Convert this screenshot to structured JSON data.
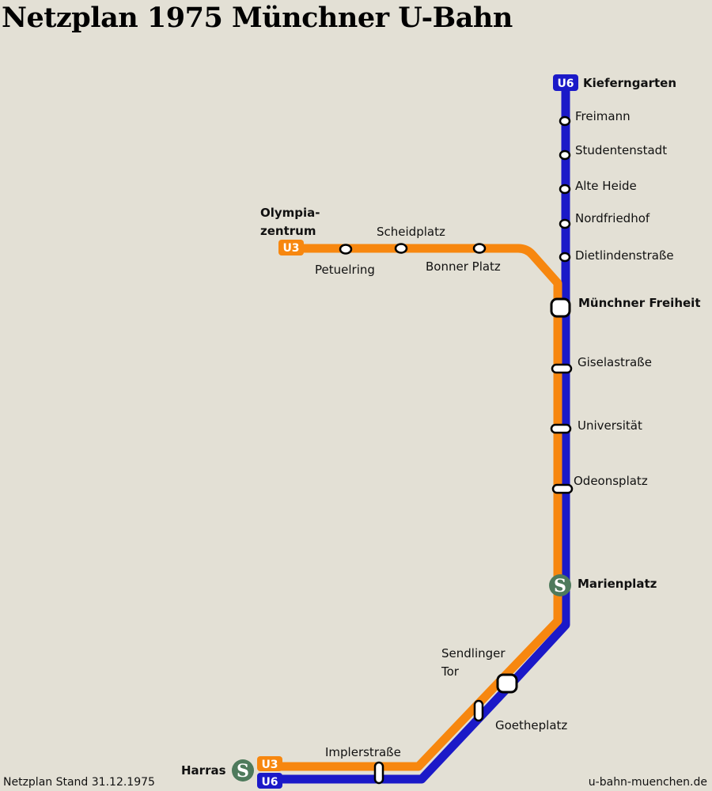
{
  "title": "Netzplan 1975 Münchner U-Bahn",
  "colors": {
    "background": "#e3e0d5",
    "u3": "#f7870f",
    "u6": "#1b19c8",
    "sbahn": "#4e7a5c"
  },
  "lines": [
    {
      "id": "U3",
      "color": "#f7870f",
      "termini": [
        "Olympiazentrum",
        "Harras"
      ]
    },
    {
      "id": "U6",
      "color": "#1b19c8",
      "termini": [
        "Kieferngarten",
        "Harras"
      ]
    }
  ],
  "badges": {
    "u6_top": "U6",
    "u3_top": "U3",
    "u3_bottom": "U3",
    "u6_bottom": "U6",
    "sbahn": "S"
  },
  "stations": {
    "kieferngarten": "Kieferngarten",
    "freimann": "Freimann",
    "studentenstadt": "Studentenstadt",
    "alte_heide": "Alte Heide",
    "nordfriedhof": "Nordfriedhof",
    "dietlindenstrasse": "Dietlindenstraße",
    "olympiazentrum_1": "Olympia-",
    "olympiazentrum_2": "zentrum",
    "petuelring": "Petuelring",
    "scheidplatz": "Scheidplatz",
    "bonner_platz": "Bonner Platz",
    "muenchner_freiheit": "Münchner Freiheit",
    "giselastrasse": "Giselastraße",
    "universitaet": "Universität",
    "odeonsplatz": "Odeonsplatz",
    "marienplatz": "Marienplatz",
    "sendlinger_tor_1": "Sendlinger",
    "sendlinger_tor_2": "Tor",
    "goetheplatz": "Goetheplatz",
    "implerstrasse": "Implerstraße",
    "harras": "Harras"
  },
  "footer": {
    "left": "Netzplan Stand 31.12.1975",
    "right": "u-bahn-muenchen.de"
  }
}
